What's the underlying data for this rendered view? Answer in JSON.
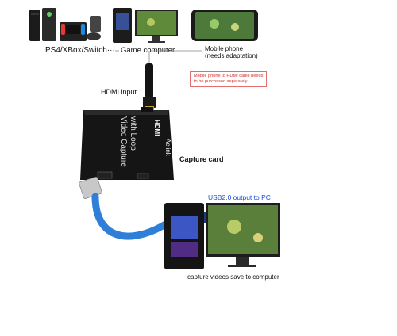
{
  "sources": {
    "console_label": "PS4/XBox/Switch···",
    "computer_label": "Game computer",
    "phone_label_line1": "Mobile phone",
    "phone_label_line2": "(needs adaptation)"
  },
  "notes": {
    "phone_note_line1": "Mobile phone to HDMI cable needs",
    "phone_note_line2": "to be purchased separately"
  },
  "labels": {
    "hdmi_input": "HDMI input",
    "capture_card": "Capture card",
    "usb_output": "USB2.0 output to PC",
    "capture_save": "capture videos save to computer"
  },
  "device": {
    "face_line1": "Video Capture",
    "face_line2": "with Loop",
    "brand": "Aelink",
    "hdmi_logo": "HDMI"
  },
  "colors": {
    "usb_cable": "#2f7fd8",
    "note_red": "#d03030",
    "usb_text": "#1a4fd0",
    "pc_glow": "#4a6cff"
  }
}
